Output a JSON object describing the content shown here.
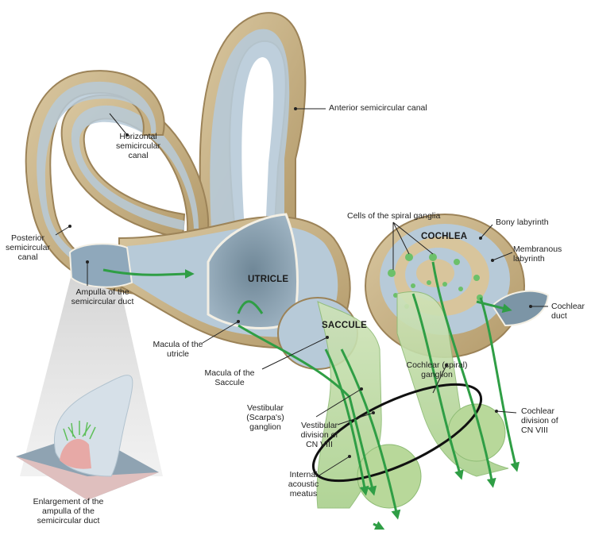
{
  "labels": {
    "anterior_canal": "Anterior semicircular canal",
    "horizontal_canal_1": "Horizontal",
    "horizontal_canal_2": "semicircular",
    "horizontal_canal_3": "canal",
    "posterior_canal_1": "Posterior",
    "posterior_canal_2": "semicircular",
    "posterior_canal_3": "canal",
    "ampulla_1": "Ampulla of the",
    "ampulla_2": "semicircular duct",
    "utricle": "UTRICLE",
    "saccule": "SACCULE",
    "cochlea": "COCHLEA",
    "spiral_ganglia_cells": "Cells of the spiral ganglia",
    "bony_labyrinth": "Bony labyrinth",
    "membranous_1": "Membranous",
    "membranous_2": "labyrinth",
    "cochlear_duct_1": "Cochlear",
    "cochlear_duct_2": "duct",
    "macula_utricle_1": "Macula of the",
    "macula_utricle_2": "utricle",
    "macula_saccule_1": "Macula of the",
    "macula_saccule_2": "Saccule",
    "cochlear_ganglion_1": "Cochlear (spiral)",
    "cochlear_ganglion_2": "ganglion",
    "vestibular_ganglion_1": "Vestibular",
    "vestibular_ganglion_2": "(Scarpa's)",
    "vestibular_ganglion_3": "ganglion",
    "vestibular_division_1": "Vestibular",
    "vestibular_division_2": "division of",
    "vestibular_division_3": "CN VIII",
    "cochlear_division_1": "Cochlear",
    "cochlear_division_2": "division of",
    "cochlear_division_3": "CN VIII",
    "internal_meatus_1": "Internal",
    "internal_meatus_2": "acoustic",
    "internal_meatus_3": "meatus",
    "enlargement_1": "Enlargement of the",
    "enlargement_2": "ampulla of the",
    "enlargement_3": "semicircular duct"
  },
  "colors": {
    "bone": "#c9b48a",
    "bone_dark": "#9c8358",
    "membrane": "#b7cad8",
    "membrane_dark": "#8fa8bb",
    "nerve": "#9cc98a",
    "nerve_light": "#cfe6b8",
    "arrow": "#35a84a",
    "cupula_pink": "#e7a9a6"
  }
}
